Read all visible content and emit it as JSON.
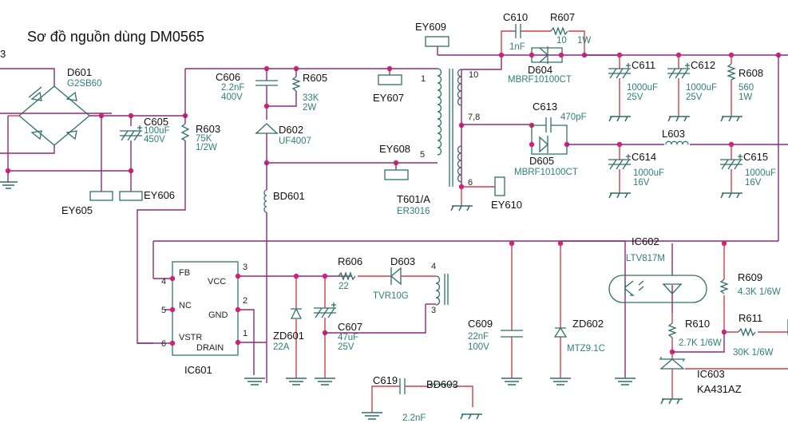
{
  "title": "Sơ đồ nguồn dùng DM0565",
  "corner_mark": "3",
  "components": {
    "D601": {
      "ref": "D601",
      "value": "G2SB60"
    },
    "C605": {
      "ref": "C605",
      "value": "100uF",
      "rating": "450V"
    },
    "R603": {
      "ref": "R603",
      "value": "75K",
      "rating": "1/2W"
    },
    "C606": {
      "ref": "C606",
      "value": "2.2nF",
      "rating": "400V"
    },
    "R605": {
      "ref": "R605",
      "value": "33K",
      "rating": "2W"
    },
    "D602": {
      "ref": "D602",
      "value": "UF4007"
    },
    "BD601": {
      "ref": "BD601"
    },
    "EY605": {
      "ref": "EY605"
    },
    "EY606": {
      "ref": "EY606"
    },
    "EY607": {
      "ref": "EY607"
    },
    "EY608": {
      "ref": "EY608"
    },
    "EY609": {
      "ref": "EY609"
    },
    "EY610": {
      "ref": "EY610"
    },
    "T601": {
      "ref": "T601/A",
      "value": "ER3016",
      "pins": {
        "p1": "1",
        "p5": "5",
        "p10": "10",
        "p78": "7,8",
        "p6": "6",
        "p4": "4",
        "p3": "3"
      }
    },
    "C610": {
      "ref": "C610",
      "value": "1nF"
    },
    "R607": {
      "ref": "R607",
      "value": "10",
      "rating": "1W"
    },
    "D604": {
      "ref": "D604",
      "value": "MBRF10100CT"
    },
    "C611": {
      "ref": "C611",
      "value": "1000uF",
      "rating": "25V"
    },
    "C612": {
      "ref": "C612",
      "value": "1000uF",
      "rating": "25V"
    },
    "R608": {
      "ref": "R608",
      "value": "560",
      "rating": "1W"
    },
    "C613": {
      "ref": "C613",
      "value": "470pF"
    },
    "D605": {
      "ref": "D605",
      "value": "MBRF10100CT"
    },
    "L603": {
      "ref": "L603"
    },
    "C614": {
      "ref": "C614",
      "value": "1000uF",
      "rating": "16V"
    },
    "C615": {
      "ref": "C615",
      "value": "1000uF",
      "rating": "16V"
    },
    "IC601": {
      "ref": "IC601",
      "pins": {
        "fb": "FB",
        "nc": "NC",
        "vstr": "VSTR",
        "vcc": "VCC",
        "gnd": "GND",
        "drain": "DRAIN",
        "n1": "1",
        "n2": "2",
        "n3": "3",
        "n4": "4",
        "n5": "5",
        "n6": "6"
      }
    },
    "ZD601": {
      "ref": "ZD601",
      "value": "22A"
    },
    "C607": {
      "ref": "C607",
      "value": "47uF",
      "rating": "25V"
    },
    "R606": {
      "ref": "R606",
      "value": "22"
    },
    "D603": {
      "ref": "D603",
      "value": "TVR10G"
    },
    "C619": {
      "ref": "C619",
      "value": "2.2nF"
    },
    "BD603": {
      "ref": "BD603"
    },
    "C609": {
      "ref": "C609",
      "value": "22nF",
      "rating": "100V"
    },
    "ZD602": {
      "ref": "ZD602",
      "value": "MTZ9.1C"
    },
    "IC602": {
      "ref": "IC602",
      "value": "LTV817M"
    },
    "R609": {
      "ref": "R609",
      "value": "4.3K 1/6W"
    },
    "R610": {
      "ref": "R610",
      "value": "2.7K 1/6W"
    },
    "R611": {
      "ref": "R611",
      "value": "30K 1/6W"
    },
    "IC603": {
      "ref": "IC603",
      "value": "KA431AZ"
    }
  }
}
